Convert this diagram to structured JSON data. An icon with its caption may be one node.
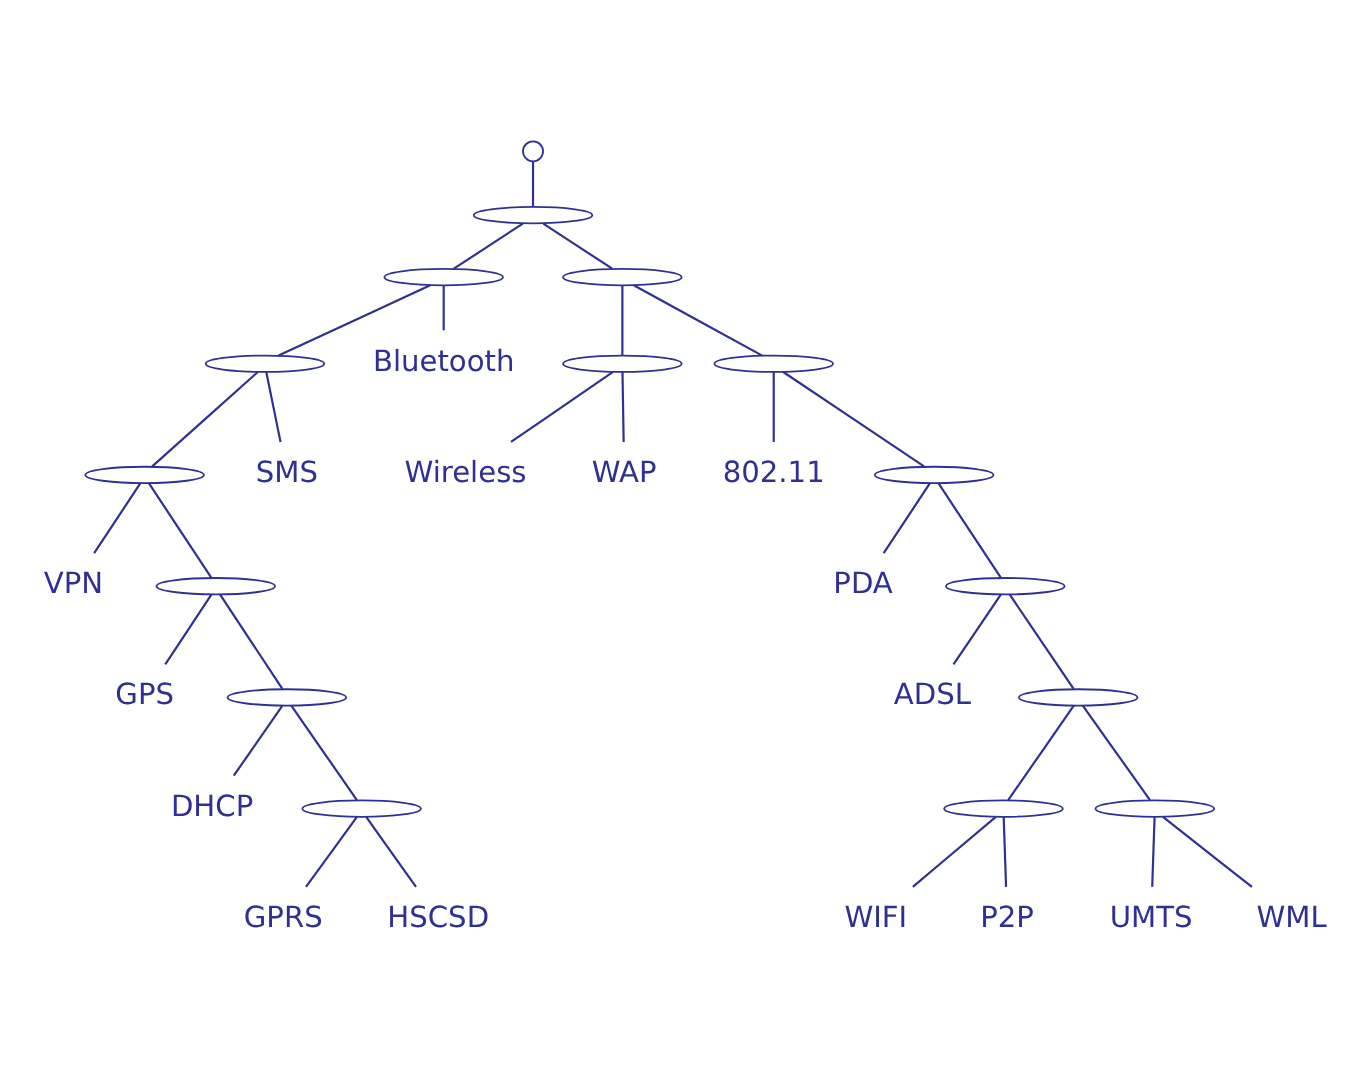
{
  "diagram": {
    "nodes": [
      {
        "text": [],
        "shape": "circle"
      },
      {
        "text": [],
        "shape": "arc"
      },
      {
        "text": [],
        "shape": "arc"
      },
      {
        "text": [],
        "shape": "arc"
      },
      {
        "text": [],
        "shape": "arc"
      },
      {
        "text": [
          "Bluetooth"
        ]
      },
      {
        "text": [],
        "shape": "arc"
      },
      {
        "text": [],
        "shape": "arc"
      },
      {
        "text": [
          "Wireless"
        ]
      },
      {
        "text": [
          "WAP"
        ]
      },
      {
        "text": [],
        "shape": "arc"
      },
      {
        "text": [
          "VPN"
        ]
      },
      {
        "text": [],
        "shape": "arc"
      },
      {
        "text": [
          "802.11"
        ]
      },
      {
        "text": [],
        "shape": "arc"
      },
      {
        "text": [
          "SMS"
        ]
      },
      {
        "text": [
          "GPS"
        ]
      },
      {
        "text": [
          "PDA"
        ]
      },
      {
        "text": [],
        "shape": "arc"
      },
      {
        "text": [],
        "shape": "arc"
      },
      {
        "text": [
          "DHCP"
        ]
      },
      {
        "text": [
          "ADSL"
        ]
      },
      {
        "text": [],
        "shape": "arc"
      },
      {
        "text": [],
        "shape": "arc"
      },
      {
        "text": [],
        "shape": "arc"
      },
      {
        "text": [
          "GPRS"
        ]
      },
      {
        "text": [
          "HSCSD"
        ]
      },
      {
        "text": [
          "WIFI"
        ]
      },
      {
        "text": [
          "P2P"
        ]
      },
      {
        "text": [],
        "shape": "arc"
      },
      {
        "text": [
          "UMTS"
        ]
      },
      {
        "text": [
          "WML"
        ]
      }
    ],
    "edges": [
      {
        "from": 0,
        "to": 1,
        "arrow": "none"
      },
      {
        "from": 1,
        "to": 2,
        "arrow": "none"
      },
      {
        "from": 1,
        "to": 3,
        "arrow": "none"
      },
      {
        "from": 2,
        "to": 4,
        "arrow": "none"
      },
      {
        "from": 2,
        "to": 5,
        "arrow": "none"
      },
      {
        "from": 4,
        "to": 15,
        "arrow": "none"
      },
      {
        "from": 4,
        "to": 7,
        "arrow": "none"
      },
      {
        "from": 7,
        "to": 11,
        "arrow": "none"
      },
      {
        "from": 7,
        "to": 12,
        "arrow": "none"
      },
      {
        "from": 12,
        "to": 18,
        "arrow": "none"
      },
      {
        "from": 12,
        "to": 16,
        "arrow": "none"
      },
      {
        "from": 18,
        "to": 20,
        "arrow": "none"
      },
      {
        "from": 18,
        "to": 22,
        "arrow": "none"
      },
      {
        "from": 22,
        "to": 25,
        "arrow": "none"
      },
      {
        "from": 22,
        "to": 26,
        "arrow": "none"
      },
      {
        "from": 3,
        "to": 6,
        "arrow": "none"
      },
      {
        "from": 3,
        "to": 10,
        "arrow": "none"
      },
      {
        "from": 6,
        "to": 9,
        "arrow": "none"
      },
      {
        "from": 6,
        "to": 8,
        "arrow": "none"
      },
      {
        "from": 10,
        "to": 14,
        "arrow": "none"
      },
      {
        "from": 10,
        "to": 13,
        "arrow": "none"
      },
      {
        "from": 14,
        "to": 17,
        "arrow": "none"
      },
      {
        "from": 14,
        "to": 19,
        "arrow": "none"
      },
      {
        "from": 19,
        "to": 23,
        "arrow": "none"
      },
      {
        "from": 19,
        "to": 21,
        "arrow": "none"
      },
      {
        "from": 23,
        "to": 29,
        "arrow": "none"
      },
      {
        "from": 23,
        "to": 24,
        "arrow": "none"
      },
      {
        "from": 29,
        "to": 30,
        "arrow": "none"
      },
      {
        "from": 29,
        "to": 31,
        "arrow": "none"
      },
      {
        "from": 24,
        "to": 27,
        "arrow": "none"
      },
      {
        "from": 24,
        "to": 28,
        "arrow": "none"
      }
    ]
  }
}
